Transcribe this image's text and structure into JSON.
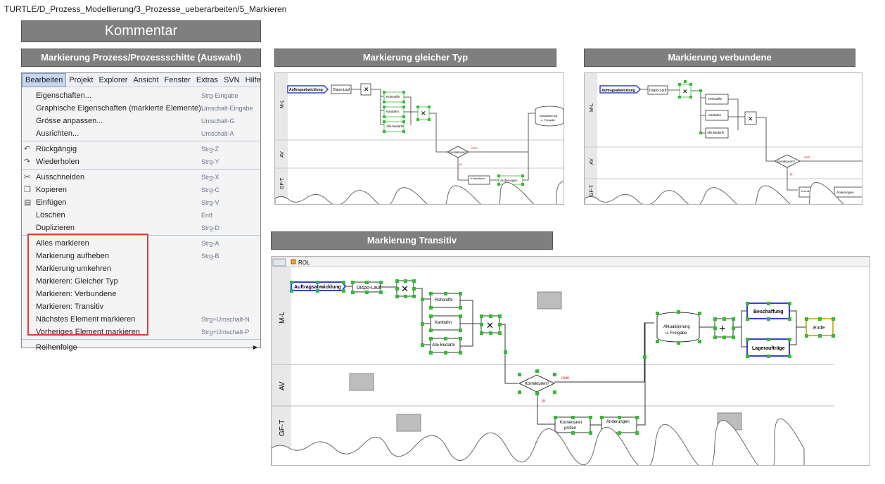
{
  "breadcrumb": "TURTLE/D_Prozess_Modellierung/3_Prozesse_ueberarbeiten/5_Markieren",
  "kommentar": "Kommentar",
  "headers": {
    "auswahl": "Markierung Prozess/Prozessschitte (Auswahl)",
    "gleicher_typ": "Markierung gleicher Typ",
    "verbundene": "Markierung verbundene",
    "transitiv": "Markierung Transitiv"
  },
  "menubar": [
    "Bearbeiten",
    "Projekt",
    "Explorer",
    "Ansicht",
    "Fenster",
    "Extras",
    "SVN",
    "Hilfe"
  ],
  "menu_items": [
    {
      "label": "Eigenschaften...",
      "shortcut": "Strg-Eingabe"
    },
    {
      "label": "Graphische Eigenschaften (markierte Elemente)...",
      "shortcut": "Umschalt-Eingabe"
    },
    {
      "label": "Grösse anpassen...",
      "shortcut": "Umschalt-G"
    },
    {
      "label": "Ausrichten...",
      "shortcut": "Umschalt-A"
    },
    {
      "label": "Rückgängig",
      "shortcut": "Strg-Z",
      "icon": "undo-icon"
    },
    {
      "label": "Wiederholen",
      "shortcut": "Strg-Y",
      "icon": "redo-icon"
    },
    {
      "label": "Ausschneiden",
      "shortcut": "Strg-X",
      "icon": "scissors-icon"
    },
    {
      "label": "Kopieren",
      "shortcut": "Strg-C",
      "icon": "copy-icon"
    },
    {
      "label": "Einfügen",
      "shortcut": "Strg-V",
      "icon": "paste-icon"
    },
    {
      "label": "Löschen",
      "shortcut": "Entf"
    },
    {
      "label": "Duplizieren",
      "shortcut": "Strg-D"
    },
    {
      "label": "Alles markieren",
      "shortcut": "Strg-A"
    },
    {
      "label": "Markierung aufheben",
      "shortcut": "Strg-B"
    },
    {
      "label": "Markierung umkehren",
      "shortcut": ""
    },
    {
      "label": "Markieren: Gleicher Typ",
      "shortcut": ""
    },
    {
      "label": "Markieren: Verbundene",
      "shortcut": ""
    },
    {
      "label": "Markieren: Transitiv",
      "shortcut": ""
    },
    {
      "label": "Nächstes Element markieren",
      "shortcut": "Strg+Umschalt-N"
    },
    {
      "label": "Vorheriges Element markieren",
      "shortcut": "Strg+Umschalt-P"
    },
    {
      "label": "Reihenfolge",
      "shortcut": ""
    }
  ],
  "diagram": {
    "tab_label": "ROL",
    "lanes": [
      "M-L",
      "AV",
      "GF-T"
    ],
    "nodes": {
      "auftrag": "Auftragsabwicklung",
      "dispo": "Dispo-Lauf",
      "rohstoffe": "Rohstoffe",
      "kanbahn": "Kanbahn",
      "bedarfe": "Alle Bedarfe",
      "korrekturen": "Korrekturen?",
      "nein": "nein",
      "ja": "ja",
      "pruefen_1": "Korrekturen",
      "pruefen_2": "prüfen",
      "aenderungen": "Änderungen",
      "aktual_1": "Aktualisierung",
      "aktual_2": "u. Freigabe",
      "beschaffung": "Beschaffung",
      "lager": "Lageraufträge",
      "ende": "Ende"
    }
  },
  "colors": {
    "header_bg": "#7f7f7f",
    "highlight_border": "#d9403a",
    "selection_handle": "#2fbf2f",
    "node_blue": "#3344cc"
  }
}
